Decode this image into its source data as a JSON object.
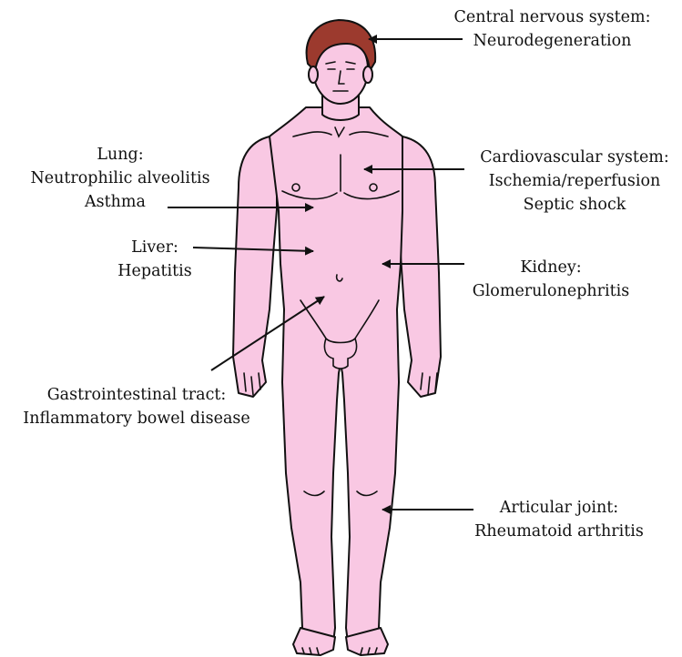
{
  "colors": {
    "skin": "#f9c8e3",
    "hair": "#9c3a2e",
    "outline": "#111111",
    "background": "#ffffff"
  },
  "labels": {
    "cns": {
      "line1": "Central nervous system:",
      "line2": "Neurodegeneration"
    },
    "lung": {
      "line1": "Lung:",
      "line2": "Neutrophilic alveolitis",
      "line3": "Asthma"
    },
    "cardio": {
      "line1": "Cardiovascular system:",
      "line2": "Ischemia/reperfusion",
      "line3": "Septic shock"
    },
    "liver": {
      "line1": "Liver:",
      "line2": "Hepatitis"
    },
    "kidney": {
      "line1": "Kidney:",
      "line2": "Glomerulonephritis"
    },
    "gi": {
      "line1": "Gastrointestinal tract:",
      "line2": "Inflammatory bowel disease"
    },
    "joint": {
      "line1": "Articular joint:",
      "line2": "Rheumatoid arthritis"
    }
  }
}
